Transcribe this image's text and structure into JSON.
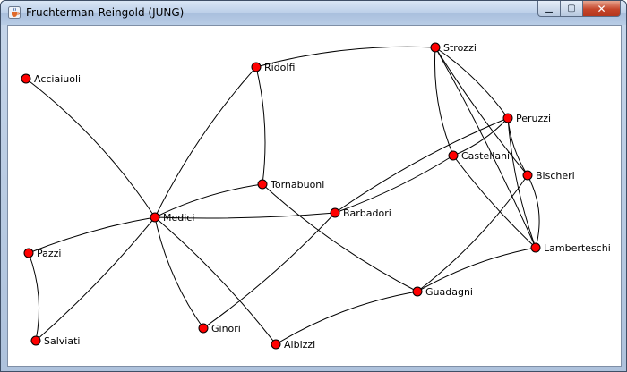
{
  "window": {
    "title": "Fruchterman-Reingold (JUNG)",
    "controls": {
      "minimize": "▁",
      "maximize": "▢",
      "close": "✕"
    }
  },
  "graph": {
    "nodes": [
      {
        "id": "Acciaiuoli",
        "label": "Acciaiuoli"
      },
      {
        "id": "Medici",
        "label": "Medici"
      },
      {
        "id": "Ridolfi",
        "label": "Ridolfi"
      },
      {
        "id": "Strozzi",
        "label": "Strozzi"
      },
      {
        "id": "Peruzzi",
        "label": "Peruzzi"
      },
      {
        "id": "Castellani",
        "label": "Castellani"
      },
      {
        "id": "Bischeri",
        "label": "Bischeri"
      },
      {
        "id": "Tornabuoni",
        "label": "Tornabuoni"
      },
      {
        "id": "Barbadori",
        "label": "Barbadori"
      },
      {
        "id": "Lamberteschi",
        "label": "Lamberteschi"
      },
      {
        "id": "Guadagni",
        "label": "Guadagni"
      },
      {
        "id": "Pazzi",
        "label": "Pazzi"
      },
      {
        "id": "Salviati",
        "label": "Salviati"
      },
      {
        "id": "Ginori",
        "label": "Ginori"
      },
      {
        "id": "Albizzi",
        "label": "Albizzi"
      }
    ],
    "edges": [
      [
        "Acciaiuoli",
        "Medici"
      ],
      [
        "Medici",
        "Ridolfi"
      ],
      [
        "Medici",
        "Tornabuoni"
      ],
      [
        "Medici",
        "Barbadori"
      ],
      [
        "Medici",
        "Pazzi"
      ],
      [
        "Medici",
        "Salviati"
      ],
      [
        "Medici",
        "Ginori"
      ],
      [
        "Medici",
        "Albizzi"
      ],
      [
        "Ridolfi",
        "Strozzi"
      ],
      [
        "Ridolfi",
        "Tornabuoni"
      ],
      [
        "Tornabuoni",
        "Guadagni"
      ],
      [
        "Strozzi",
        "Castellani"
      ],
      [
        "Strozzi",
        "Peruzzi"
      ],
      [
        "Strozzi",
        "Bischeri"
      ],
      [
        "Strozzi",
        "Lamberteschi"
      ],
      [
        "Peruzzi",
        "Castellani"
      ],
      [
        "Peruzzi",
        "Bischeri"
      ],
      [
        "Peruzzi",
        "Lamberteschi"
      ],
      [
        "Peruzzi",
        "Barbadori"
      ],
      [
        "Castellani",
        "Barbadori"
      ],
      [
        "Castellani",
        "Lamberteschi"
      ],
      [
        "Bischeri",
        "Guadagni"
      ],
      [
        "Bischeri",
        "Lamberteschi"
      ],
      [
        "Lamberteschi",
        "Guadagni"
      ],
      [
        "Guadagni",
        "Albizzi"
      ],
      [
        "Ginori",
        "Barbadori"
      ],
      [
        "Pazzi",
        "Salviati"
      ]
    ]
  }
}
